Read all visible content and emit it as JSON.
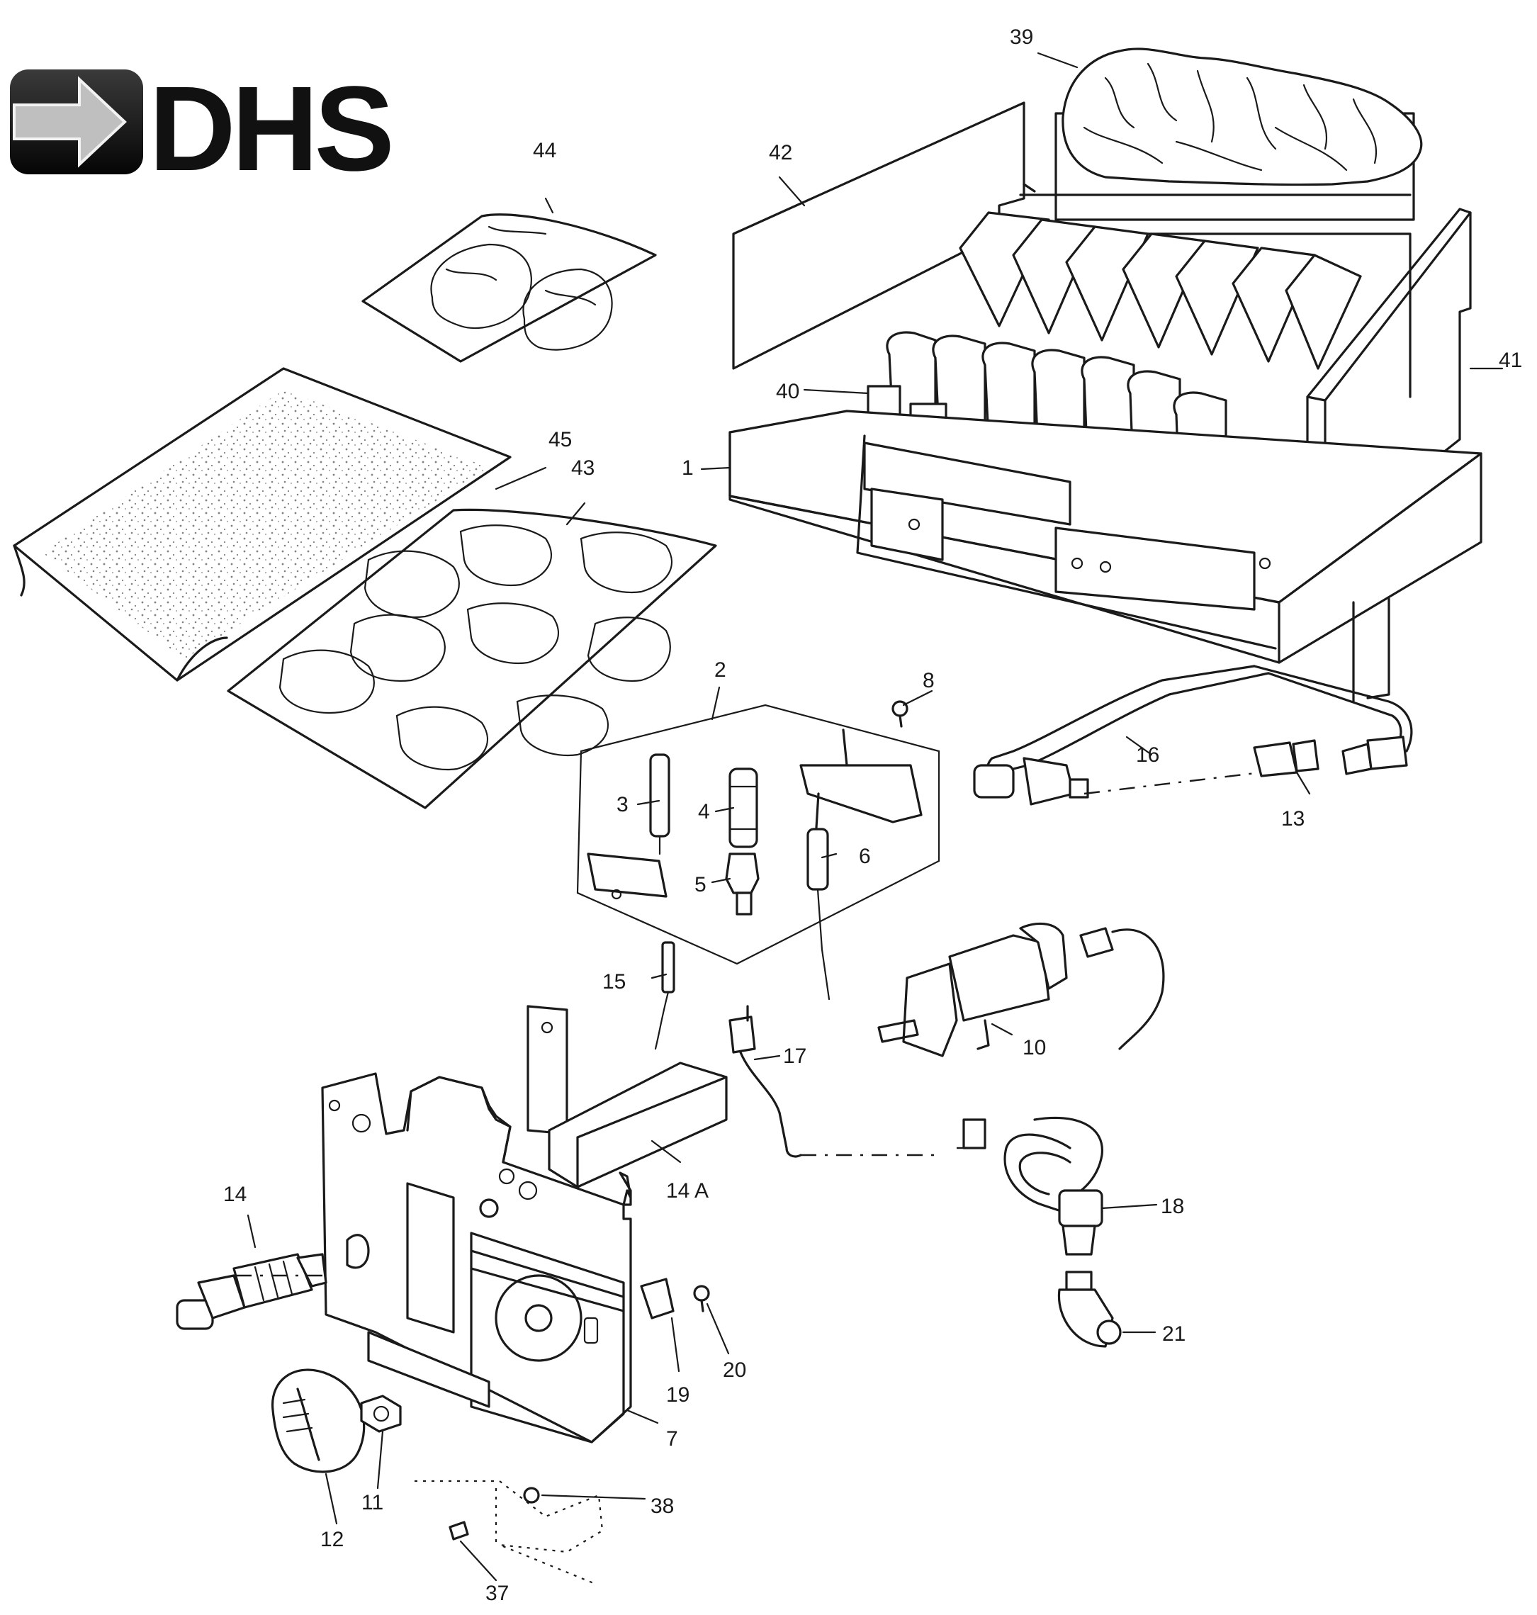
{
  "logo": {
    "text": "DHS",
    "color": "#111111",
    "badge_gradient": [
      "#3a3a3a",
      "#050505"
    ],
    "arrow_icon": "right-arrow-icon"
  },
  "diagram": {
    "type": "exploded-parts-view",
    "labels": {
      "p1": "1",
      "p2": "2",
      "p3": "3",
      "p4": "4",
      "p5": "5",
      "p6": "6",
      "p7": "7",
      "p8": "8",
      "p10": "10",
      "p11": "11",
      "p12": "12",
      "p13": "13",
      "p14": "14",
      "p14a": "14 A",
      "p15": "15",
      "p16": "16",
      "p17": "17",
      "p18": "18",
      "p19": "19",
      "p20": "20",
      "p21": "21",
      "p37": "37",
      "p38": "38",
      "p39": "39",
      "p40": "40",
      "p41": "41",
      "p42": "42",
      "p43": "43",
      "p44": "44",
      "p45": "45"
    }
  }
}
